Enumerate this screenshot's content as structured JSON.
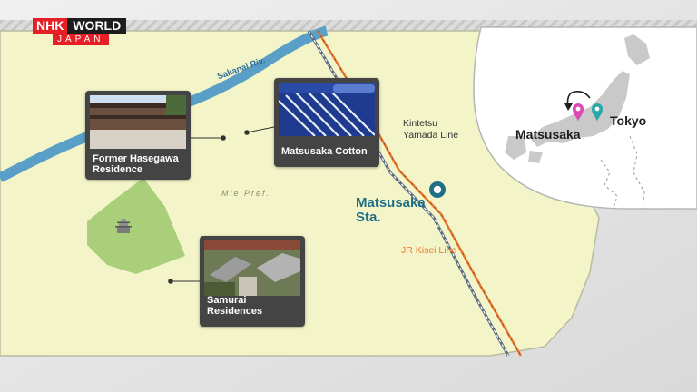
{
  "logo": {
    "brand": "NHK",
    "world": "WORLD",
    "sub": "JAPAN"
  },
  "map": {
    "river": "Sakanai Riv.",
    "prefecture": "Mie Pref.",
    "kintetsu_line": [
      "Kintetsu",
      "Yamada Line"
    ],
    "jr_line": "JR Kisei Line",
    "station": [
      "Matsusaka",
      "Sta."
    ]
  },
  "cards": {
    "hasegawa": [
      "Former Hasegawa",
      "Residence"
    ],
    "cotton": "Matsusaka Cotton",
    "samurai": "Samurai Residences"
  },
  "inset": {
    "matsusaka": "Matsusaka",
    "tokyo": "Tokyo"
  },
  "colors": {
    "land": "#f3f5c9",
    "park": "#a9cf7a",
    "river": "#5a9fc7",
    "station": "#1e6f86",
    "jr_line": "#e8762c",
    "kintetsu_line": "#5a6b7f",
    "pin_pink": "#d94bb0",
    "pin_teal": "#2aa7a8"
  },
  "icons": [
    "castle-icon",
    "station-pin-icon",
    "map-pin-icon",
    "curved-arrow-icon"
  ]
}
